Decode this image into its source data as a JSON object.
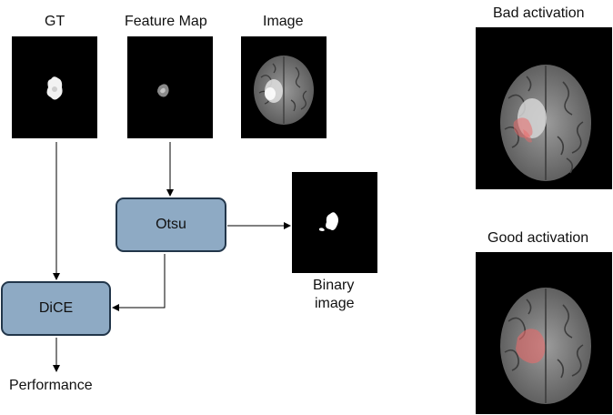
{
  "labels": {
    "gt": "GT",
    "feature_map": "Feature Map",
    "image": "Image",
    "bad_activation": "Bad activation",
    "good_activation": "Good activation",
    "binary_image_line1": "Binary",
    "binary_image_line2": "image",
    "performance": "Performance"
  },
  "boxes": {
    "otsu": "Otsu",
    "dice": "DiCE"
  },
  "colors": {
    "box_fill": "#8eaac4",
    "box_border": "#22364a",
    "panel_bg": "#000000",
    "activation": "#e86a6a"
  }
}
